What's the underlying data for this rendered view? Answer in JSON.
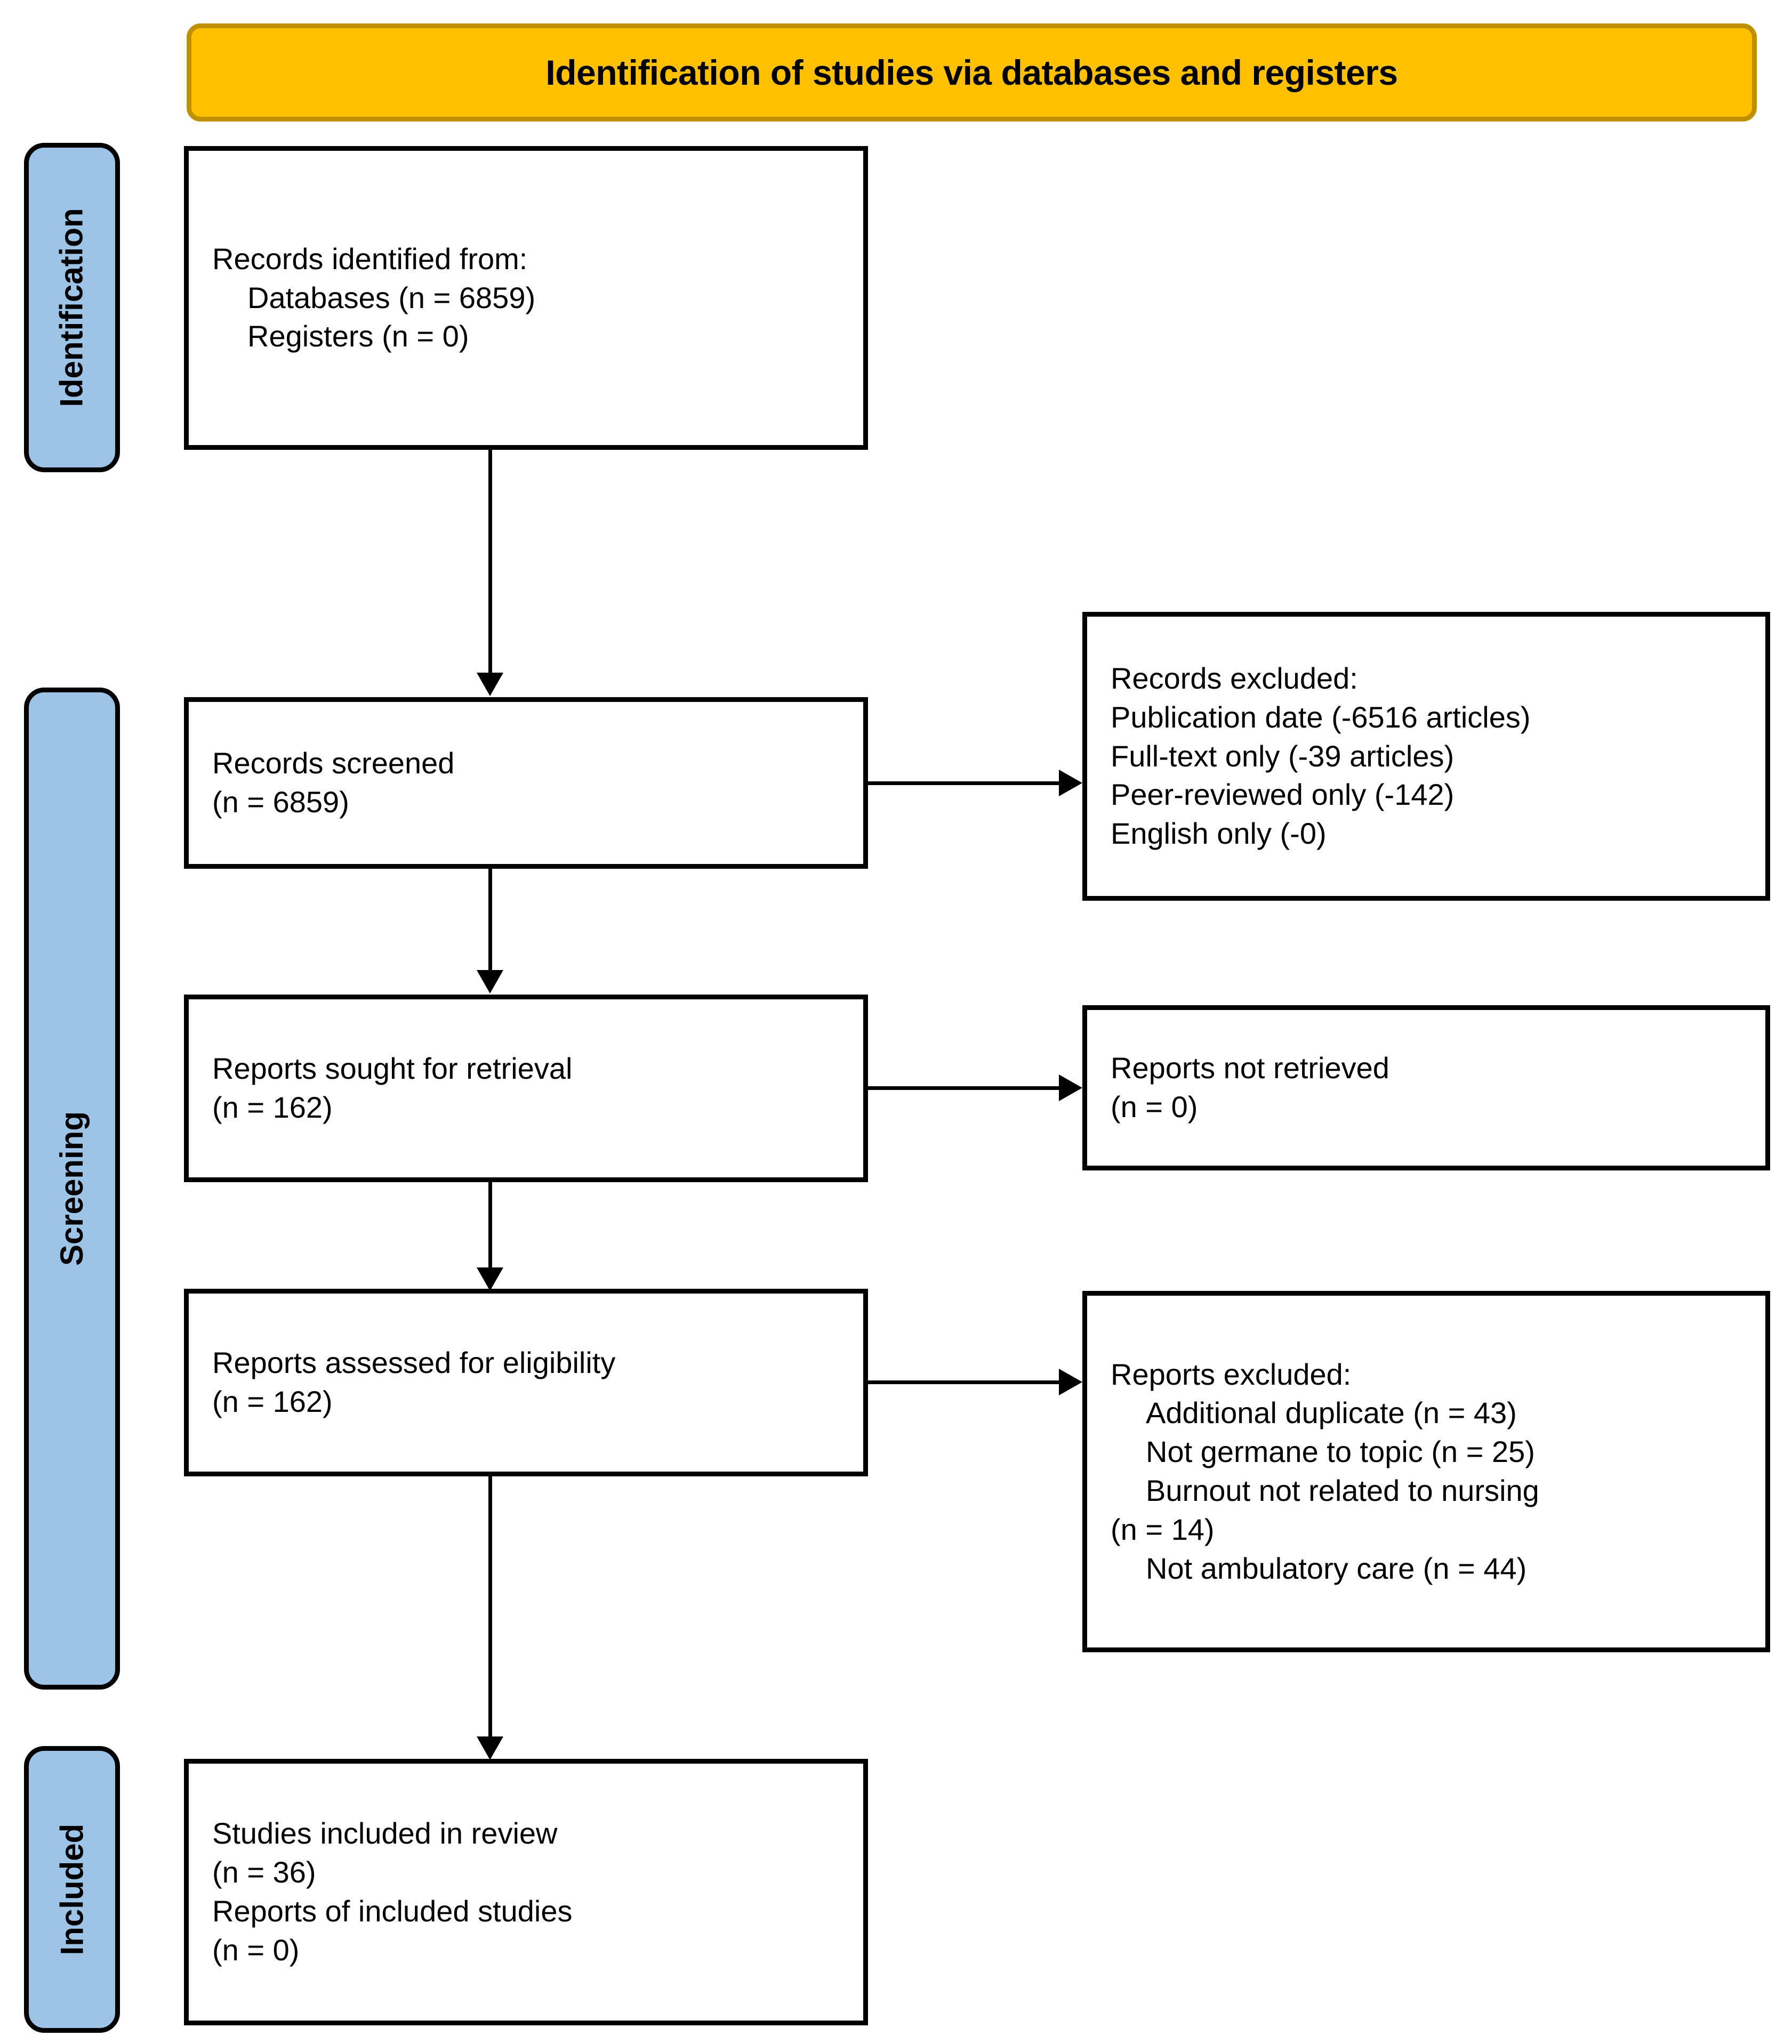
{
  "banner": {
    "title": "Identification of studies via databases and registers",
    "fill": "#FFC000",
    "border": "#BF9000"
  },
  "rails": {
    "fill": "#9DC3E6",
    "border": "#000000",
    "identification": "Identification",
    "screening": "Screening",
    "included": "Included"
  },
  "boxes": {
    "records_identified": {
      "line1": "Records identified from:",
      "line2": "Databases (n = 6859)",
      "line3": "Registers (n = 0)"
    },
    "records_screened": {
      "line1": "Records screened",
      "line2": "(n = 6859)"
    },
    "records_excluded": {
      "line1": "Records excluded:",
      "line2": "Publication date (-6516 articles)",
      "line3": "Full-text only (-39 articles)",
      "line4": "Peer-reviewed only (-142)",
      "line5": "English only (-0)"
    },
    "reports_sought": {
      "line1": "Reports sought for retrieval",
      "line2": "(n = 162)"
    },
    "reports_not_retrieved": {
      "line1": "Reports not retrieved",
      "line2": "(n = 0)"
    },
    "reports_assessed": {
      "line1": "Reports assessed for eligibility",
      "line2": "(n = 162)"
    },
    "reports_excluded": {
      "line1": "Reports excluded:",
      "line2": "Additional duplicate (n = 43)",
      "line3": "Not germane to topic (n = 25)",
      "line4": "Burnout not related to nursing",
      "line5": "(n = 14)",
      "line6": "Not ambulatory care (n = 44)"
    },
    "studies_included": {
      "line1": "Studies included in review",
      "line2": "(n = 36)",
      "line3": "Reports of included studies",
      "line4": "(n = 0)"
    }
  },
  "chart_data": {
    "type": "diagram",
    "title": "PRISMA 2020 flow diagram for new systematic reviews which included searches of databases and registers only",
    "stages": [
      {
        "stage": "Identification",
        "nodes": [
          {
            "label": "Records identified from: Databases / Registers",
            "databases": 6859,
            "registers": 0
          }
        ]
      },
      {
        "stage": "Screening",
        "nodes": [
          {
            "label": "Records screened",
            "n": 6859
          },
          {
            "label": "Records excluded",
            "reasons": [
              {
                "reason": "Publication date",
                "n": -6516,
                "unit": "articles"
              },
              {
                "reason": "Full-text only",
                "n": -39,
                "unit": "articles"
              },
              {
                "reason": "Peer-reviewed only",
                "n": -142
              },
              {
                "reason": "English only",
                "n": 0
              }
            ]
          },
          {
            "label": "Reports sought for retrieval",
            "n": 162
          },
          {
            "label": "Reports not retrieved",
            "n": 0
          },
          {
            "label": "Reports assessed for eligibility",
            "n": 162
          },
          {
            "label": "Reports excluded",
            "reasons": [
              {
                "reason": "Additional duplicate",
                "n": 43
              },
              {
                "reason": "Not germane to topic",
                "n": 25
              },
              {
                "reason": "Burnout not related to nursing",
                "n": 14
              },
              {
                "reason": "Not ambulatory care",
                "n": 44
              }
            ]
          }
        ]
      },
      {
        "stage": "Included",
        "nodes": [
          {
            "label": "Studies included in review",
            "n": 36
          },
          {
            "label": "Reports of included studies",
            "n": 0
          }
        ]
      }
    ]
  }
}
